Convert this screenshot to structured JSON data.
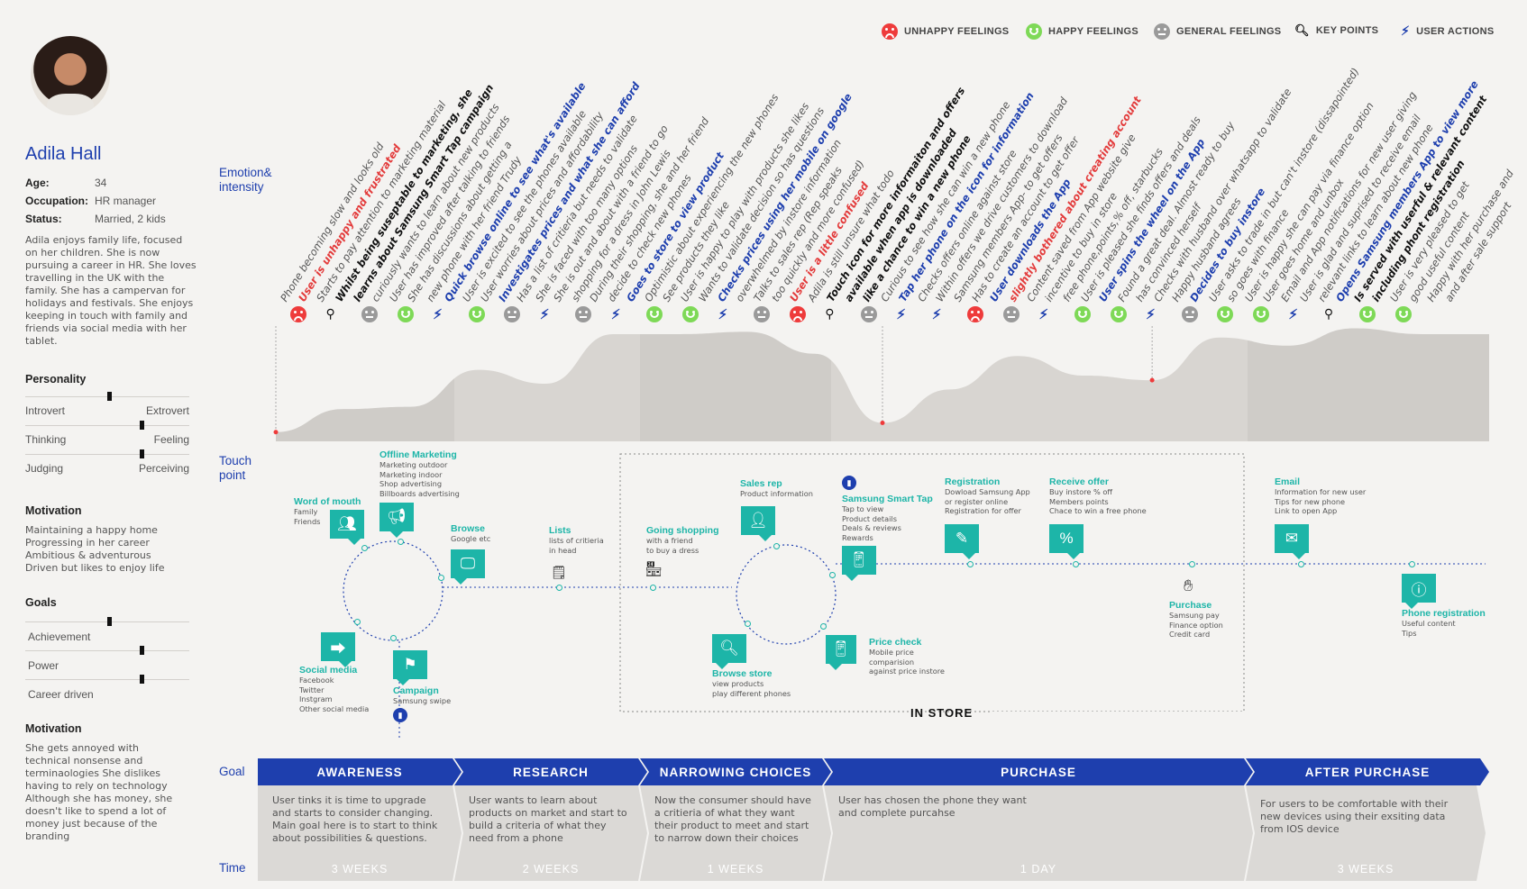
{
  "persona": {
    "name": "Adila Hall",
    "age_label": "Age:",
    "age": "34",
    "occupation_label": "Occupation:",
    "occupation": "HR manager",
    "status_label": "Status:",
    "status": "Married, 2 kids",
    "bio": "Adila enjoys family life, focused on her children. She is now pursuing a career in HR. She loves travelling in the UK with the family. She has a campervan for holidays and festivals. She enjoys keeping in touch with family and friends via social media with her tablet.",
    "personality_title": "Personality",
    "personality": [
      {
        "left": "Introvert",
        "right": "Extrovert",
        "value": 0.5
      },
      {
        "left": "Thinking",
        "right": "Feeling",
        "value": 0.7
      },
      {
        "left": "Judging",
        "right": "Perceiving",
        "value": 0.7
      }
    ],
    "motivation_title": "Motivation",
    "motivation_lines": [
      "Maintaining a happy home",
      "Progressing in her career",
      "Ambitious & adventurous",
      "Driven but likes to enjoy life"
    ],
    "goals_title": "Goals",
    "goals": [
      {
        "label": "Achievement",
        "value": 0.5
      },
      {
        "label": "Power",
        "value": 0.7
      },
      {
        "label": "Career driven",
        "value": 0.7
      }
    ],
    "motivation2_title": "Motivation",
    "frustrations": "She gets annoyed with technical nonsense and terminaologies She dislikes having to rely on technology Although she has money, she doesn't like to spend a lot of money just because of the branding"
  },
  "legend": {
    "unhappy": "UNHAPPY FEELINGS",
    "happy": "HAPPY FEELINGS",
    "general": "GENERAL FEELINGS",
    "key": "KEY POINTS",
    "actions": "USER ACTIONS"
  },
  "row_labels": {
    "emotion": "Emotion& intensity",
    "touch": "Touch point",
    "goal": "Goal",
    "time": "Time"
  },
  "quotes": [
    {
      "t": "Phone becoming slow and looks old",
      "s": "n"
    },
    {
      "t": "User is unhappy and frustrated",
      "s": "r"
    },
    {
      "t": "Starts to pay attention to marketing material",
      "s": "n"
    },
    {
      "t": "Whilst being suseptable to marketing, she",
      "s": "k"
    },
    {
      "t": "learns about Samsung Smart Tap campaign",
      "s": "k"
    },
    {
      "t": "curiously wants to learn about new products",
      "s": "n"
    },
    {
      "t": "User has improved after talking to friends",
      "s": "n"
    },
    {
      "t": "She has discussions about getting a",
      "s": "n"
    },
    {
      "t": "new phone with her friend Trudy",
      "s": "n"
    },
    {
      "t": "Quick browse online to see what's available",
      "s": "b"
    },
    {
      "t": "User is excited to see the phones available",
      "s": "n"
    },
    {
      "t": "User worries about prices and affordability",
      "s": "n"
    },
    {
      "t": "Investigates prices and what she can afford",
      "s": "b"
    },
    {
      "t": "Has a list of critieria but needs to validate",
      "s": "n"
    },
    {
      "t": "She is faced with too many options",
      "s": "n"
    },
    {
      "t": "She is out and about with a friend to go",
      "s": "n"
    },
    {
      "t": "shopping for a dress in John Lewis",
      "s": "n"
    },
    {
      "t": "During their shopping, she and her friend",
      "s": "n"
    },
    {
      "t": "decide to check new phones",
      "s": "n"
    },
    {
      "t": "Goes to store to view product",
      "s": "b"
    },
    {
      "t": "Optimistic about experiencing the new phones",
      "s": "n"
    },
    {
      "t": "See products they like",
      "s": "n"
    },
    {
      "t": "User is happy to play with products she likes",
      "s": "n"
    },
    {
      "t": "Wants to validate decision so has questions",
      "s": "n"
    },
    {
      "t": "Checks prices using her mobile on google",
      "s": "b"
    },
    {
      "t": "overwhelmed by instore information",
      "s": "n"
    },
    {
      "t": "Talks to sales rep (Rep speaks",
      "s": "n"
    },
    {
      "t": "too quickly and more confused)",
      "s": "n"
    },
    {
      "t": "User is a little confused",
      "s": "r"
    },
    {
      "t": "Adila is still unsure what todo",
      "s": "n"
    },
    {
      "t": "Touch icon for more informaiton and offers",
      "s": "k"
    },
    {
      "t": "available when app is downloaded",
      "s": "k"
    },
    {
      "t": "like a chance to win a new phone",
      "s": "k"
    },
    {
      "t": "Curious to see how she can win a new phone",
      "s": "n"
    },
    {
      "t": "Tap her phone on the icon for information",
      "s": "b"
    },
    {
      "t": "Checks offers online against store",
      "s": "n"
    },
    {
      "t": "Within offers we drive customers to download",
      "s": "n"
    },
    {
      "t": "Samsung members App- to get offers",
      "s": "n"
    },
    {
      "t": "Has to create an account to get offer",
      "s": "n"
    },
    {
      "t": "User downloads the App",
      "s": "b"
    },
    {
      "t": "slightly bothered about creating account",
      "s": "r"
    },
    {
      "t": "Content saved from App website give",
      "s": "n"
    },
    {
      "t": "incentive to buy in store",
      "s": "n"
    },
    {
      "t": "free phone,points,% off, starbucks",
      "s": "n"
    },
    {
      "t": "User is pleased she finds offers and deals",
      "s": "n"
    },
    {
      "t": "User spins the wheel on the App",
      "s": "b"
    },
    {
      "t": "Found a great deal. Almost ready to buy",
      "s": "n"
    },
    {
      "t": "has convinced herself",
      "s": "n"
    },
    {
      "t": "Checks with husband over whatsapp to validate",
      "s": "n"
    },
    {
      "t": "Happy husband agrees",
      "s": "n"
    },
    {
      "t": "Decides to buy instore",
      "s": "b"
    },
    {
      "t": "User asks to trade in but can't instore (dissapointed)",
      "s": "n"
    },
    {
      "t": "so goes with finance",
      "s": "n"
    },
    {
      "t": "User is happy she can pay via finance option",
      "s": "n"
    },
    {
      "t": "User goes home and unbox",
      "s": "n"
    },
    {
      "t": "Email and App notifications for new user giving",
      "s": "n"
    },
    {
      "t": "User is glad and suprised to receive email",
      "s": "n"
    },
    {
      "t": "relevant links to learn about new phone",
      "s": "n"
    },
    {
      "t": "Opens Samsung members App to view more",
      "s": "b"
    },
    {
      "t": "Is served with userful & relevant content",
      "s": "k"
    },
    {
      "t": "including phont registration",
      "s": "k"
    },
    {
      "t": "User is very pleased to get",
      "s": "n"
    },
    {
      "t": "good useful content",
      "s": "n"
    },
    {
      "t": "Happy with her purchase and",
      "s": "n"
    },
    {
      "t": "and after sale support",
      "s": "n"
    }
  ],
  "emotions": [
    "sad",
    "key",
    "neutral",
    "happy",
    "bolt",
    "happy",
    "neutral",
    "bolt",
    "neutral",
    "bolt",
    "happy",
    "happy",
    "bolt",
    "neutral",
    "sad",
    "key",
    "neutral",
    "bolt",
    "bolt",
    "sad",
    "neutral",
    "bolt",
    "happy",
    "happy",
    "bolt",
    "neutral",
    "happy",
    "happy",
    "bolt",
    "key",
    "happy",
    "happy"
  ],
  "emotion_curve": [
    0.08,
    0.28,
    0.3,
    0.62,
    0.5,
    0.93,
    0.93,
    0.95,
    0.76,
    0.16,
    0.45,
    0.74,
    0.57,
    0.53,
    0.9,
    0.83,
    0.98,
    0.93,
    0.93
  ],
  "touchpoints": {
    "word": {
      "title": "Word of mouth",
      "sub": [
        "Family",
        "Friends"
      ]
    },
    "offline": {
      "title": "Offline Marketing",
      "sub": [
        "Marketing outdoor",
        "Marketing indoor",
        "Shop advertising",
        "Billboards advertising"
      ]
    },
    "browse": {
      "title": "Browse",
      "sub": [
        "Google etc"
      ]
    },
    "social": {
      "title": "Social media",
      "sub": [
        "Facebook",
        "Twitter",
        "Instgram",
        "Other social media"
      ]
    },
    "campaign": {
      "title": "Campaign",
      "sub": [
        "Samsung swipe"
      ]
    },
    "lists": {
      "title": "Lists",
      "sub": [
        "lists of critieria",
        "in head"
      ]
    },
    "shopping": {
      "title": "Going shopping",
      "sub": [
        "with a friend",
        "to buy a dress"
      ]
    },
    "salesrep": {
      "title": "Sales rep",
      "sub": [
        "Product information"
      ]
    },
    "smarttap": {
      "title": "Samsung Smart Tap",
      "sub": [
        "Tap to view",
        "Product details",
        "Deals & reviews",
        "Rewards"
      ]
    },
    "browsestore": {
      "title": "Browse store",
      "sub": [
        "view products",
        "play different phones"
      ]
    },
    "pricecheck": {
      "title": "Price check",
      "sub": [
        "Mobile price",
        "comparision",
        "against price instore"
      ]
    },
    "registration": {
      "title": "Registration",
      "sub": [
        "Dowload Samsung App",
        "or register online",
        "Registration for offer"
      ]
    },
    "offer": {
      "title": "Receive offer",
      "sub": [
        "Buy instore % off",
        "Members points",
        "Chace to win a free phone"
      ]
    },
    "purchase": {
      "title": "Purchase",
      "sub": [
        "Samsung pay",
        "Finance option",
        "Credit card"
      ]
    },
    "email": {
      "title": "Email",
      "sub": [
        "Information for new user",
        "Tips for new phone",
        "Link to open App"
      ]
    },
    "phonereg": {
      "title": "Phone registration",
      "sub": [
        "Useful content",
        "Tips"
      ]
    },
    "instore": "IN STORE"
  },
  "phases": [
    {
      "name": "AWARENESS",
      "desc": "User tinks it is time to upgrade and starts to consider changing. Main goal here is to start to think about possibilities & questions.",
      "time": "3 WEEKS"
    },
    {
      "name": "RESEARCH",
      "desc": "User wants to learn about products on market and start to build a criteria of what they need from a phone",
      "time": "2 WEEKS"
    },
    {
      "name": "NARROWING CHOICES",
      "desc": "Now the consumer should have a critieria of what they want their product to meet and start to narrow down their choices",
      "time": "1 WEEKS"
    },
    {
      "name": "PURCHASE",
      "desc": "User has chosen the phone they want and complete purcahse",
      "time": "1 DAY"
    },
    {
      "name": "AFTER PURCHASE",
      "desc": "For users to be comfortable with their new devices using their exsiting data from IOS device",
      "time": "3 WEEKS"
    }
  ],
  "colors": {
    "accent": "#1e3fae",
    "teal": "#1db5a8",
    "unhappy": "#ee3b3b",
    "happy": "#7ed957",
    "neutral": "#9a9a9a"
  }
}
